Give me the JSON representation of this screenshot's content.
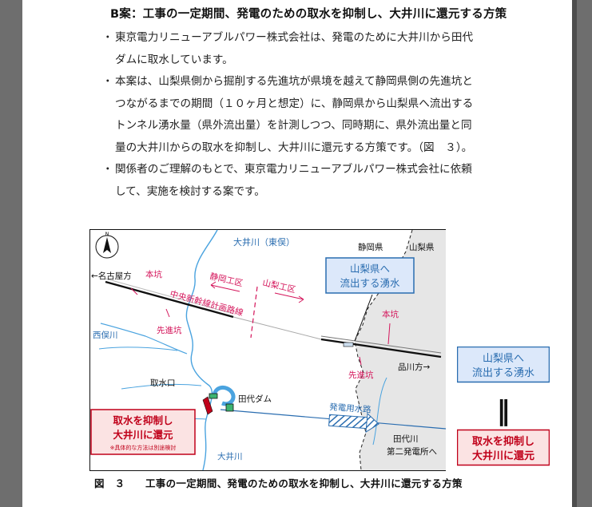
{
  "heading": "B案：工事の一定期間、発電のための取水を抑制し、大井川に還元する方策",
  "bullets": [
    {
      "mark": "・",
      "lines": [
        "東京電力リニューアブルパワー株式会社は、発電のために大井川から田代",
        "ダムに取水しています。"
      ]
    },
    {
      "mark": "・",
      "lines": [
        "本案は、山梨県側から掘削する先進坑が県境を越えて静岡県側の先進坑と",
        "つながるまでの期間（１０ヶ月と想定）に、静岡県から山梨県へ流出する",
        "トンネル湧水量（県外流出量）を計測しつつ、同時期に、県外流出量と同",
        "量の大井川からの取水を抑制し、大井川に還元する方策です。（図　３）。"
      ]
    },
    {
      "mark": "・",
      "lines": [
        "関係者のご理解のもとで、東京電力リニューアブルパワー株式会社に依頼",
        "して、実施を検討する案です。"
      ]
    }
  ],
  "map": {
    "north": "N",
    "oigawa_higashimata": "大井川（東俣）",
    "shizuoka_pref": "静岡県",
    "yamanashi_pref": "山梨県",
    "to_nagoya": "←名古屋方",
    "honko_left": "本坑",
    "chuo_shinkansen": "中央新幹線計画路線",
    "shizuoka_section": "静岡工区",
    "yamanashi_section": "山梨工区",
    "senshinko_left": "先進坑",
    "nishimatagawa": "西俣川",
    "honko_right": "本坑",
    "to_shinagawa": "品川方→",
    "senshinko_right": "先進坑",
    "box_outflow": [
      "山梨県へ",
      "流出する湧水"
    ],
    "intake": "取水口",
    "tashiro_dam": "田代ダム",
    "power_channel": "発電用水路",
    "box_return": [
      "取水を抑制し",
      "大井川に還元"
    ],
    "box_note": "※具体的な方法は別途検討",
    "oigawa": "大井川",
    "tashirogawa": [
      "田代川",
      "第二発電所へ"
    ]
  },
  "side": {
    "box_top": [
      "山梨県へ",
      "流出する湧水"
    ],
    "equals": "‖",
    "box_bottom": [
      "取水を抑制し",
      "大井川に還元"
    ]
  },
  "caption": "図　３　　工事の一定期間、発電のための取水を抑制し、大井川に還元する方策",
  "colors": {
    "blue_text": "#2a6db0",
    "magenta": "#d4145a",
    "red_text": "#c0001a",
    "box_blue_bg": "#dce8fa",
    "box_red_bg": "#fbe3e3",
    "river": "#4aa3df",
    "gray_area": "#e6e6e6"
  }
}
